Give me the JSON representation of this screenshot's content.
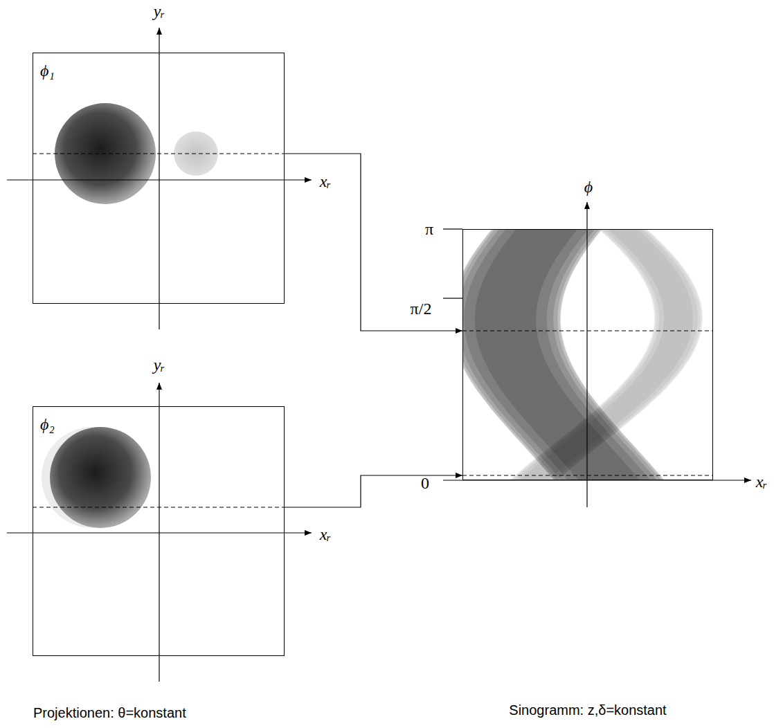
{
  "diagram": {
    "nodes": [
      {
        "text": [
          "ϕ₁"
        ]
      },
      {
        "text": [
          "ϕ₂"
        ]
      },
      {
        "text": [
          "Sinogramm: z,δ=konstant"
        ]
      }
    ],
    "edges": [
      {
        "from": 0,
        "to": 2,
        "arrow": "to"
      },
      {
        "from": 1,
        "to": 2,
        "arrow": "to"
      }
    ],
    "labels": [
      "yᵣ",
      "xᵣ",
      "yᵣ",
      "xᵣ",
      "ϕ",
      "π",
      "π/2",
      "0",
      "xᵣ",
      "Projektionen: θ=konstant"
    ]
  }
}
